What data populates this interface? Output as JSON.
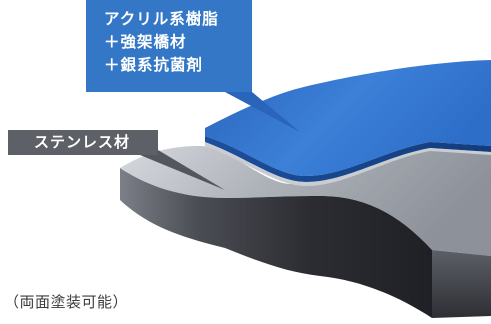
{
  "coating_label": {
    "lines": [
      "アクリル系樹脂",
      "＋強架橋材",
      "＋銀系抗菌剤"
    ]
  },
  "substrate_label": "ステンレス材",
  "caption": "（両面塗装可能）",
  "colors": {
    "coating_blue": "#2f6fc4",
    "label_blue": "#3477c7",
    "label_gray": "#5e6067",
    "steel_front": "#3a3b42",
    "steel_top": "#b9bdc4"
  }
}
